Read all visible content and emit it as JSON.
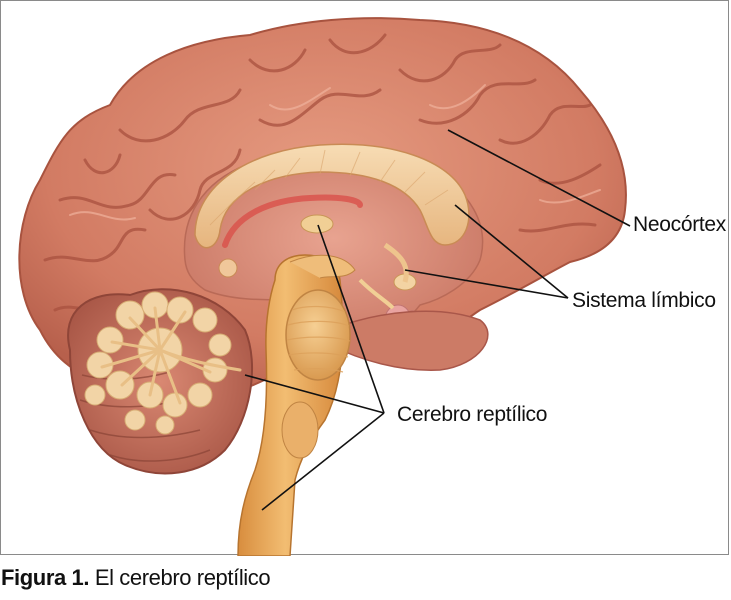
{
  "labels": {
    "neocortex": "Neocórtex",
    "limbic": "Sistema límbico",
    "reptilian": "Cerebro reptílico"
  },
  "caption": {
    "number": "Figura 1.",
    "text": "El cerebro reptílico"
  },
  "colors": {
    "cortex": "#d9826b",
    "cortex_dark": "#b85f4d",
    "brainstem": "#e9a85a",
    "cerebellum_white": "#f1d2a5",
    "corpus_callosum": "#efc28f",
    "frame": "#8a8a8a"
  }
}
